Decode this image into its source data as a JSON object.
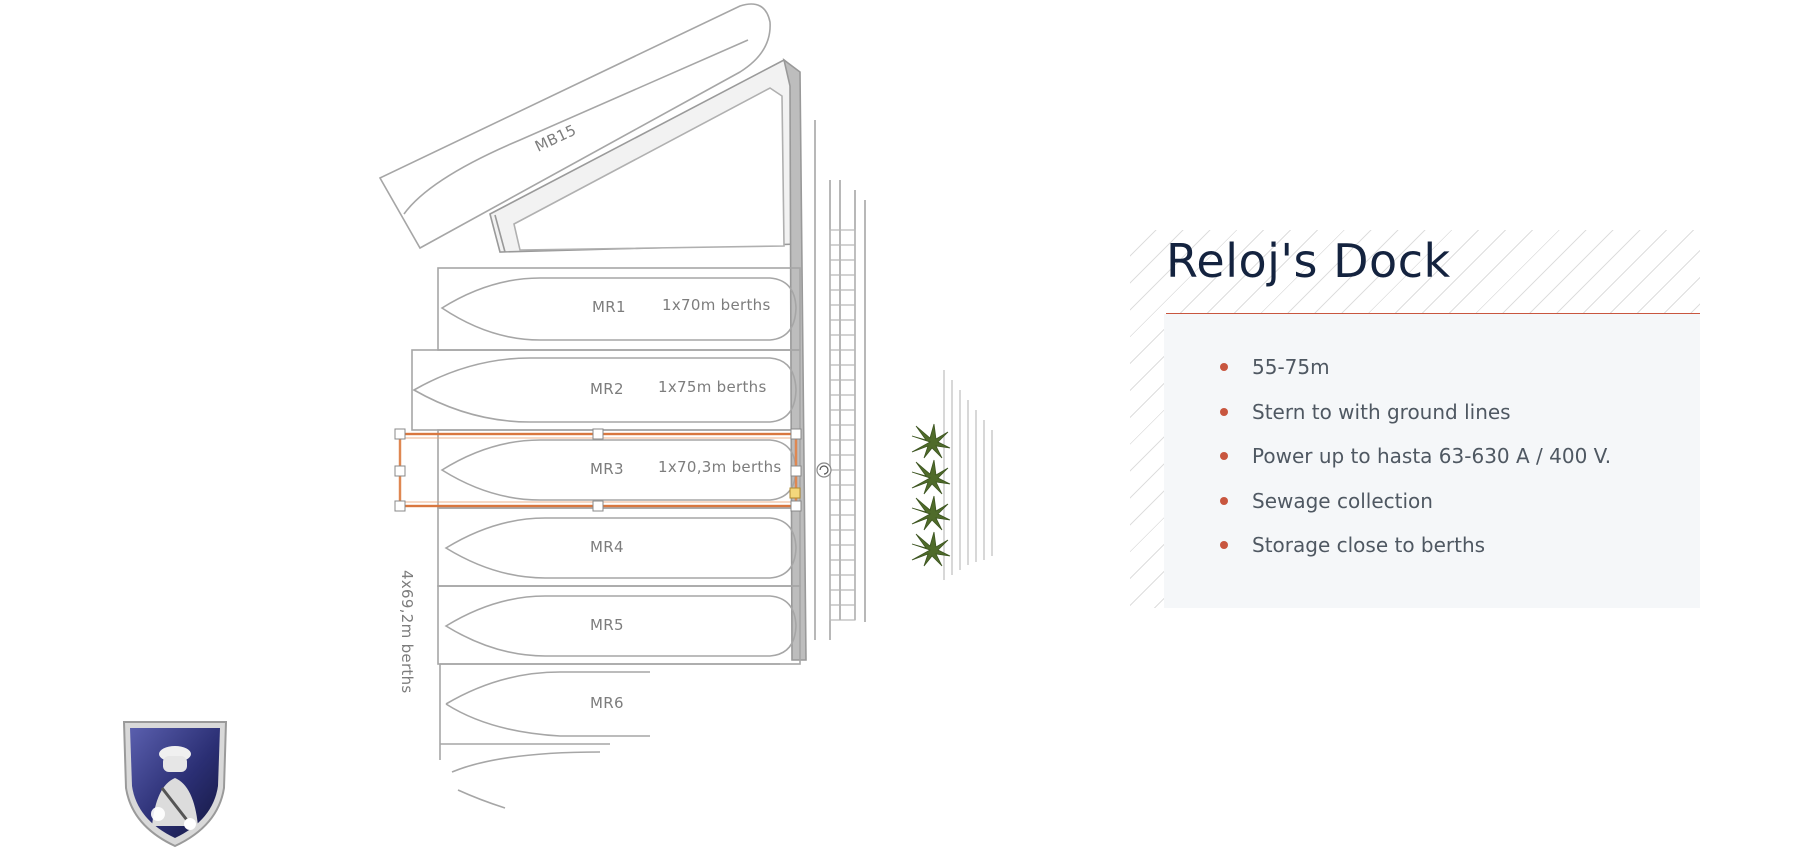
{
  "dock": {
    "title": "Reloj's Dock",
    "features": [
      "55-75m",
      "Stern to with ground lines",
      "Power up to hasta 63-630 A / 400 V.",
      "Sewage collection",
      "Storage close to berths"
    ]
  },
  "plan": {
    "labels": {
      "mb15": "MB15",
      "mr1": "MR1",
      "mr1_berths": "1x70m  berths",
      "mr2": "MR2",
      "mr2_berths": "1x75m  berths",
      "mr3": "MR3",
      "mr3_berths": "1x70,3m  berths",
      "mr4": "MR4",
      "mr5": "MR5",
      "mr6": "MR6",
      "side_berths": "4x69,2m  berths"
    },
    "selected_berth": "MR3"
  },
  "colors": {
    "title": "#14233f",
    "accent": "#c8563f",
    "body_text": "#4f5862",
    "panel_bg": "#f5f7f9",
    "plan_line": "#a6a6a6",
    "selection": "#d9773f",
    "palm": "#4f6b2a"
  },
  "icons": {
    "badge": "captain-shield-logo",
    "rotate_handle": "rotate-icon"
  }
}
